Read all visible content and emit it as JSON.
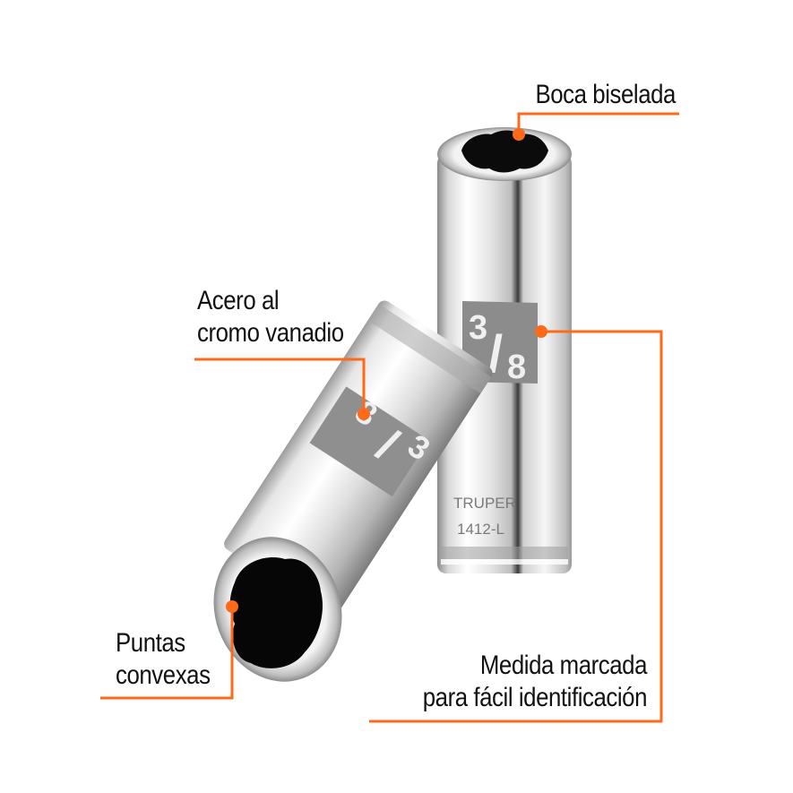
{
  "accent_color": "#ff6a1a",
  "callouts": [
    {
      "id": "boca",
      "lines": [
        "Boca biselada"
      ]
    },
    {
      "id": "acero",
      "lines": [
        "Acero al",
        "cromo vanadio"
      ]
    },
    {
      "id": "puntas",
      "lines": [
        "Puntas",
        "convexas"
      ]
    },
    {
      "id": "medida",
      "lines": [
        "Medida marcada",
        "para fácil identificación"
      ]
    }
  ],
  "product": {
    "size_marking": {
      "numerator": "3",
      "slash": "/",
      "denominator": "8"
    },
    "brand_engraving": "TRUPER",
    "model_engraving": "1412-L"
  }
}
